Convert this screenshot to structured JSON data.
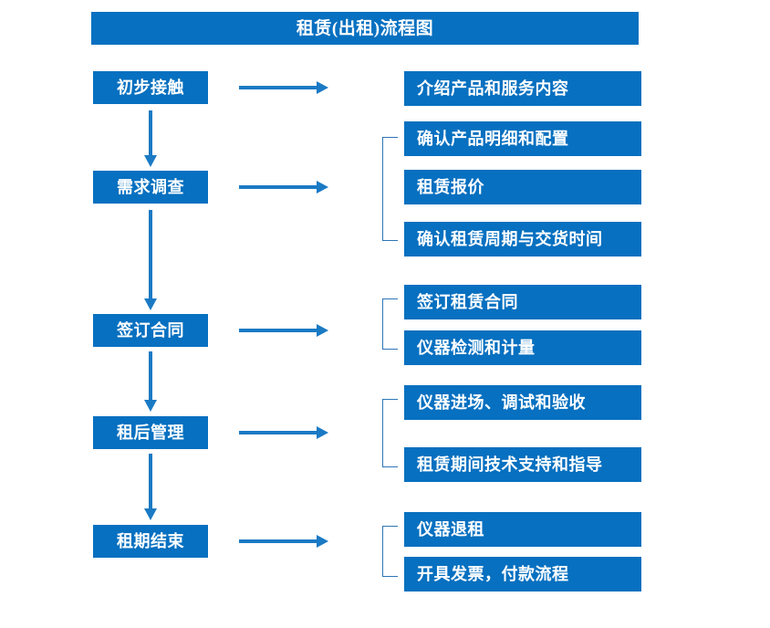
{
  "diagram": {
    "title": "租赁(出租)流程图",
    "colors": {
      "box_fill": "#0770c0",
      "box_text": "#ffffff",
      "arrow": "#1b7ac4",
      "bracket": "#2e75b6",
      "background": "#ffffff"
    },
    "stages": [
      {
        "label": "初步接触"
      },
      {
        "label": "需求调查"
      },
      {
        "label": "签订合同"
      },
      {
        "label": "租后管理"
      },
      {
        "label": "租期结束"
      }
    ],
    "detail_groups": [
      {
        "stage": "初步接触",
        "bracketed": false,
        "items": [
          {
            "label": "介绍产品和服务内容"
          }
        ]
      },
      {
        "stage": "需求调查",
        "bracketed": true,
        "items": [
          {
            "label": "确认产品明细和配置"
          },
          {
            "label": "租赁报价"
          },
          {
            "label": "确认租赁周期与交货时间"
          }
        ]
      },
      {
        "stage": "签订合同",
        "bracketed": true,
        "items": [
          {
            "label": "签订租赁合同"
          },
          {
            "label": "仪器检测和计量"
          }
        ]
      },
      {
        "stage": "租后管理",
        "bracketed": true,
        "items": [
          {
            "label": "仪器进场、调试和验收"
          },
          {
            "label": "租赁期间技术支持和指导"
          }
        ]
      },
      {
        "stage": "租期结束",
        "bracketed": true,
        "items": [
          {
            "label": "仪器退租"
          },
          {
            "label": "开具发票，付款流程"
          }
        ]
      }
    ]
  }
}
